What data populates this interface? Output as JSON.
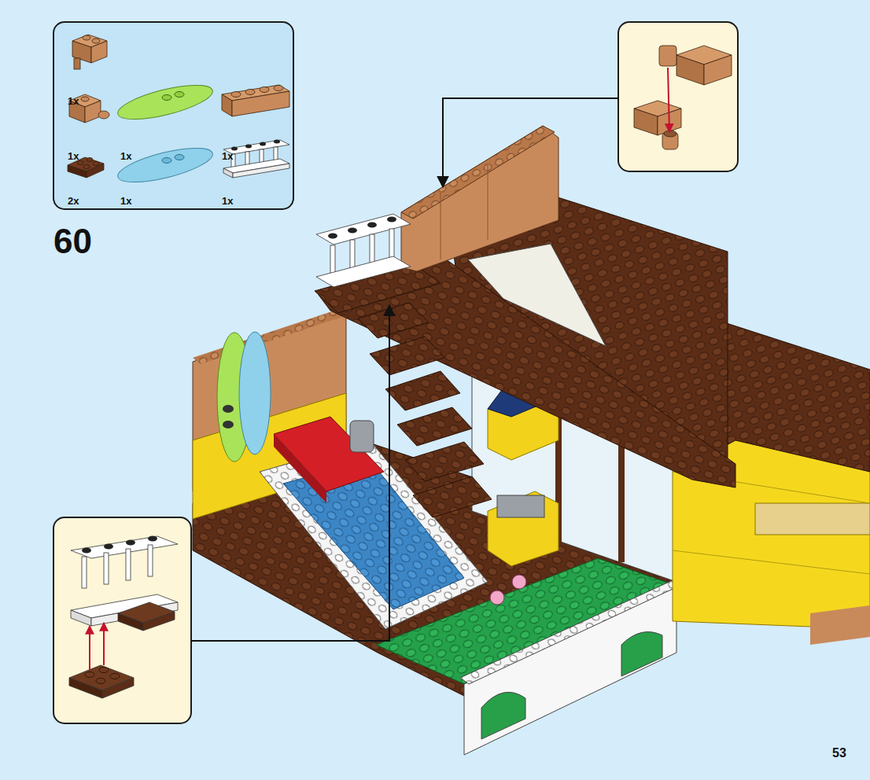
{
  "diagram": {
    "nodes": [
      {
        "text": [
          "1x",
          "1x",
          "1x",
          "1x",
          "2x",
          "1x",
          "1x"
        ]
      }
    ],
    "labels": [
      "60",
      "53"
    ]
  }
}
